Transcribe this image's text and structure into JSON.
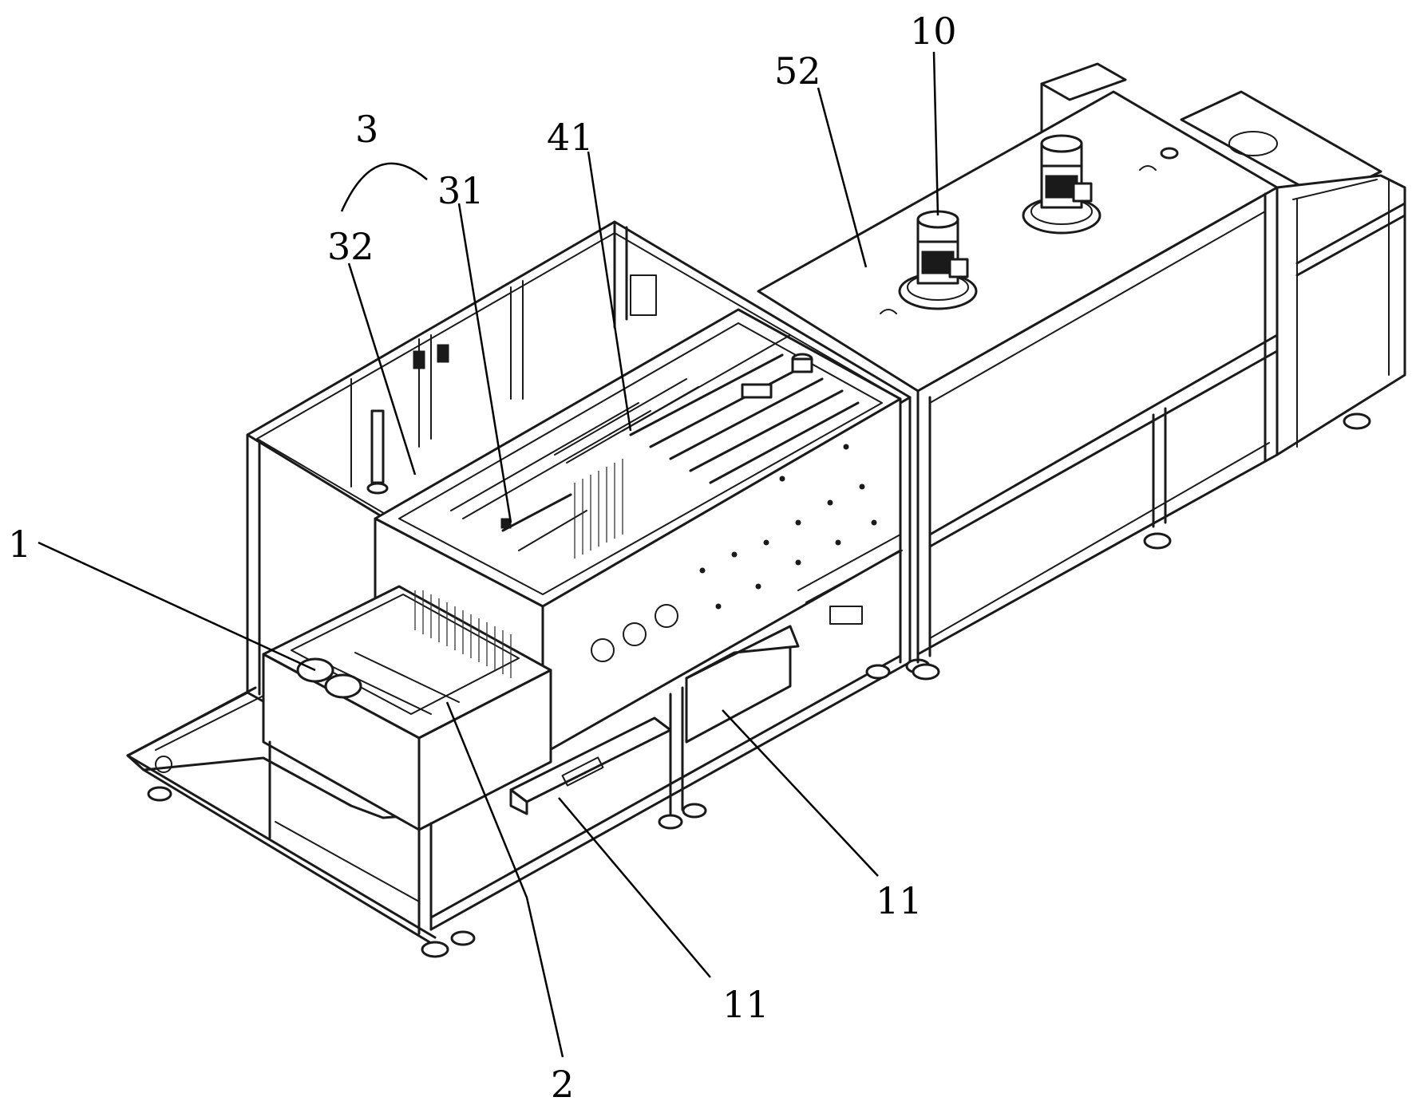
{
  "labels": {
    "l1": "1",
    "l2": "2",
    "l3": "3",
    "l31": "31",
    "l32": "32",
    "l41": "41",
    "l52": "52",
    "l10": "10",
    "l11a": "11",
    "l11b": "11"
  }
}
